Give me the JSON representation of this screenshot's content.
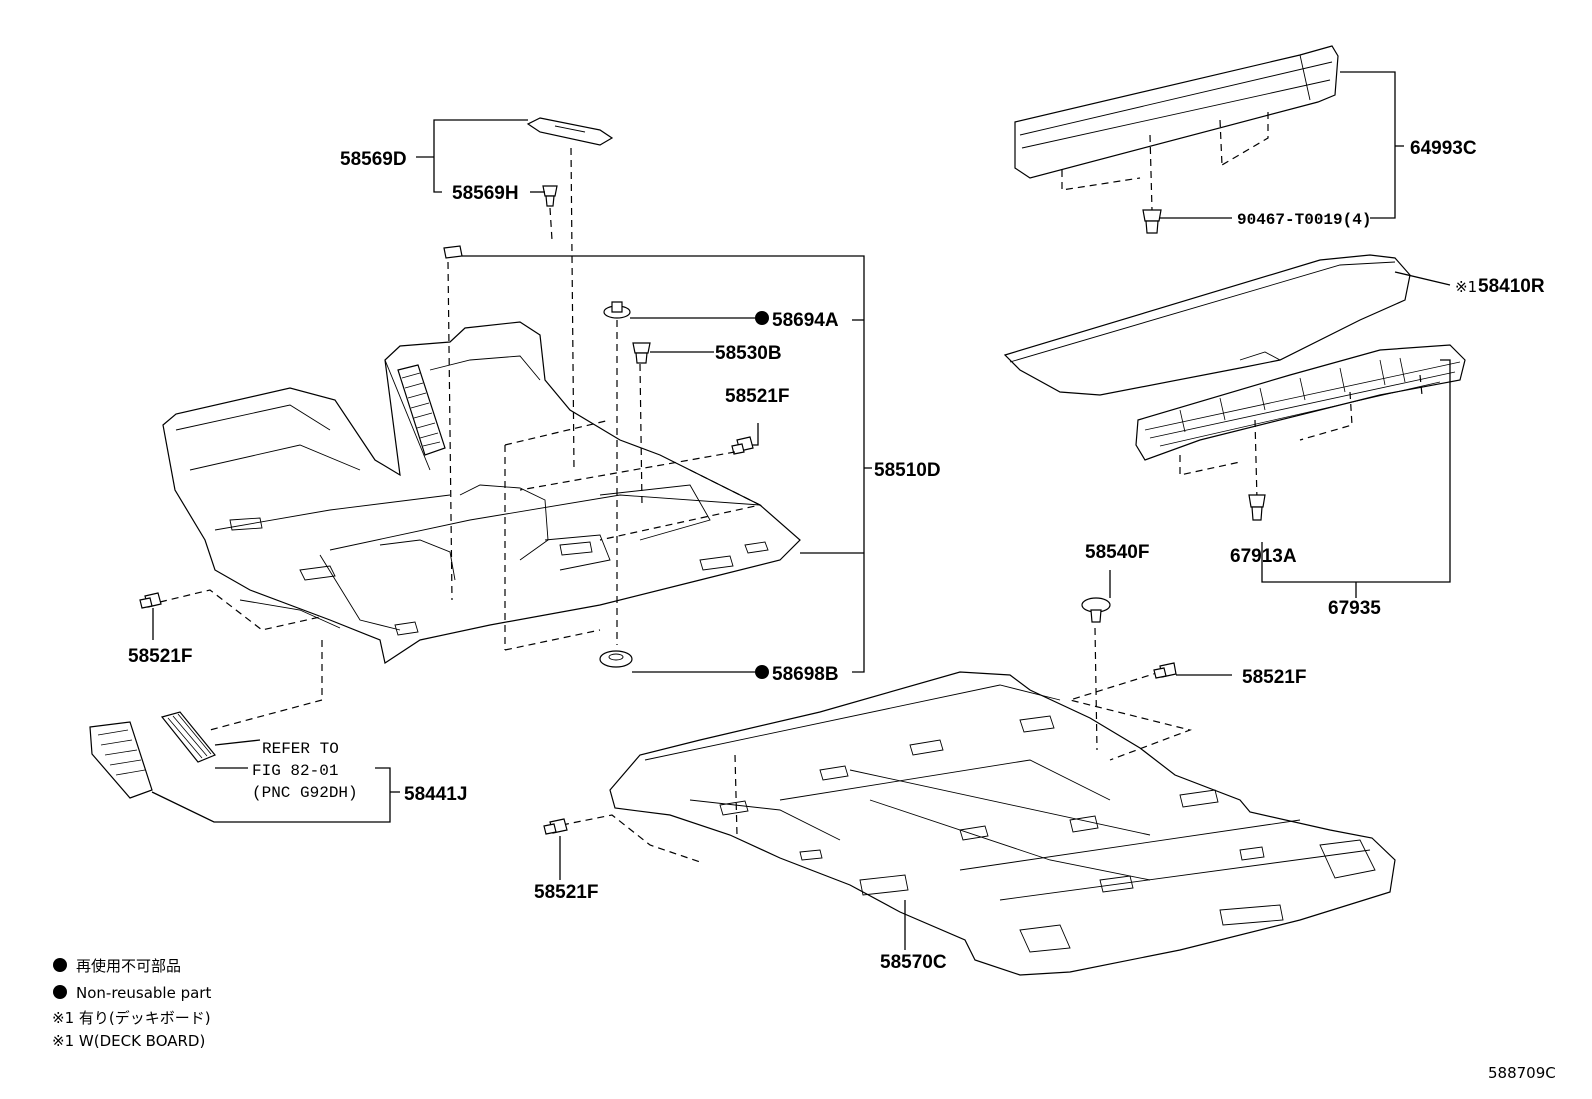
{
  "diagram_id": "588709C",
  "parts": {
    "p58569D": "58569D",
    "p58569H": "58569H",
    "p58694A": "58694A",
    "p58530B": "58530B",
    "p58521F_top": "58521F",
    "p58510D": "58510D",
    "p58521F_left": "58521F",
    "p58698B": "58698B",
    "p58441J": "58441J",
    "p64993C": "64993C",
    "p90467": "90467-T0019(4)",
    "p58410R": "58410R",
    "p58410R_mark": "※1",
    "p67913A": "67913A",
    "p67935": "67935",
    "p58540F": "58540F",
    "p58521F_right": "58521F",
    "p58521F_bottom": "58521F",
    "p58570C": "58570C"
  },
  "refer_note": {
    "line1": "REFER TO",
    "line2": "FIG 82-01",
    "line3": "(PNC G92DH)"
  },
  "legend": {
    "bullet1_jp": "再使用不可部品",
    "bullet2_en": "Non-reusable part",
    "note1_jp": "※1 有り(デッキボード)",
    "note1_en": "※1 W(DECK BOARD)"
  },
  "markers": {
    "non_reusable_symbol": "●"
  }
}
